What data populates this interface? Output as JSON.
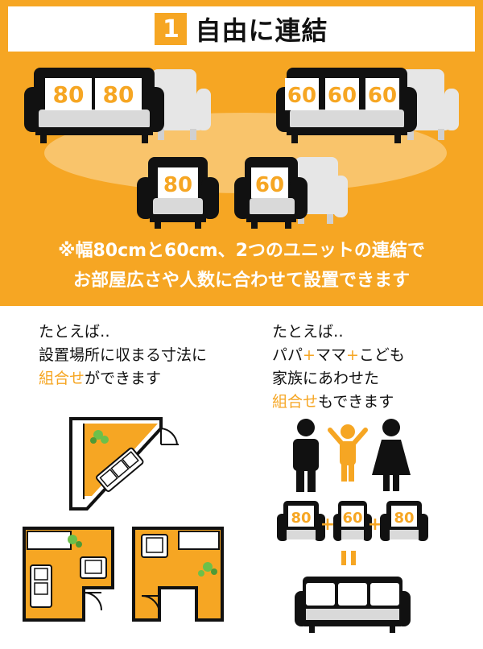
{
  "header": {
    "number": "1",
    "title": "自由に連結"
  },
  "sofa_labels": {
    "group_a": [
      "80",
      "80"
    ],
    "group_b": [
      "60",
      "60",
      "60"
    ],
    "single_80": "80",
    "single_60": "60"
  },
  "caption": {
    "line1": "※幅80cmと60cm、2つのユニットの連結で",
    "line2": "お部屋広さや人数に合わせて設置できます"
  },
  "left_example": {
    "line1": "たとえば‥",
    "line2": "設置場所に収まる寸法に",
    "line3_highlight": "組合せ",
    "line3_rest": "ができます"
  },
  "right_example": {
    "line1": "たとえば‥",
    "papa": "パパ",
    "plus1": "+",
    "mama": "ママ",
    "plus2": "+",
    "kodomo": "こども",
    "line3": "家族にあわせた",
    "line4_highlight": "組合せ",
    "line4_rest": "もできます"
  },
  "family_combo": {
    "labels": [
      "80",
      "60",
      "80"
    ],
    "plus_signs": [
      "+",
      "+"
    ],
    "equals": "=",
    "result_labels": [
      "",
      "",
      ""
    ]
  },
  "colors": {
    "accent": "#f6a623",
    "sofa": "#111111",
    "seat": "#d9d9d9",
    "ghost": "#e6e6e6",
    "floor": "#f6a623"
  }
}
